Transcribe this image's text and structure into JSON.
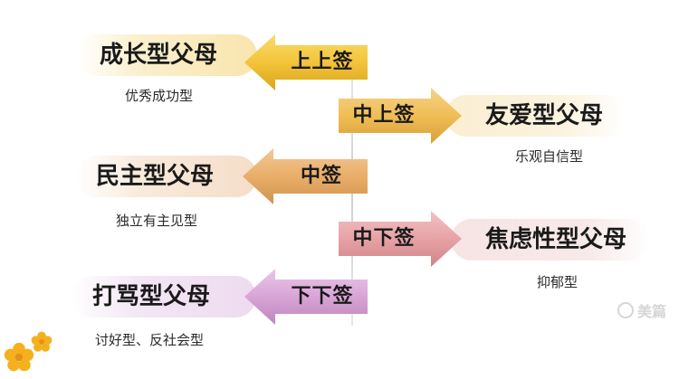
{
  "rows": [
    {
      "level": "上上签",
      "title": "成长型父母",
      "desc": "优秀成功型",
      "side": "left",
      "color": "#f3c43b"
    },
    {
      "level": "中上签",
      "title": "友爱型父母",
      "desc": "乐观自信型",
      "side": "right",
      "color": "#f0bd55"
    },
    {
      "level": "中签",
      "title": "民主型父母",
      "desc": "独立有主见型",
      "side": "left",
      "color": "#e9ae67"
    },
    {
      "level": "中下签",
      "title": "焦虑性型父母",
      "desc": "抑郁型",
      "side": "right",
      "color": "#e7a2a6"
    },
    {
      "level": "下下签",
      "title": "打骂型父母",
      "desc": "讨好型、反社会型",
      "side": "left",
      "color": "#d8a5d6"
    }
  ],
  "watermark": {
    "text": "美篇",
    "icon": "meipian-logo-icon"
  },
  "decor": {
    "icon": "flower-icon",
    "color": "#f5b11d"
  }
}
